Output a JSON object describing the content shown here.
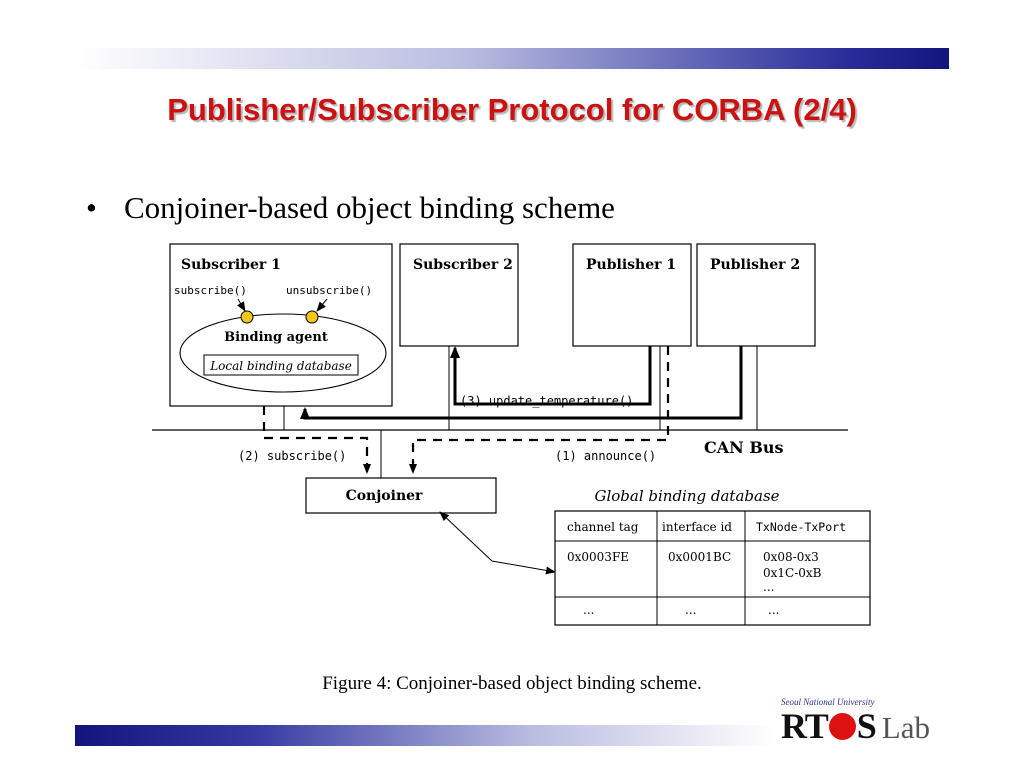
{
  "slide": {
    "title": "Publisher/Subscriber Protocol for CORBA (2/4)",
    "bullet": "Conjoiner-based object binding scheme",
    "caption": "Figure 4:  Conjoiner-based object binding scheme."
  },
  "diagram": {
    "subscriber1": {
      "title": "Subscriber 1",
      "subscribe_method": "subscribe()",
      "unsubscribe_method": "unsubscribe()",
      "binding_agent": "Binding agent",
      "local_db": "Local binding database"
    },
    "subscriber2": {
      "title": "Subscriber 2"
    },
    "publisher1": {
      "title": "Publisher 1"
    },
    "publisher2": {
      "title": "Publisher 2"
    },
    "bus_label": "CAN Bus",
    "conjoiner": "Conjoiner",
    "msg_update": "(3) update_temperature()",
    "msg_subscribe": "(2) subscribe()",
    "msg_announce": "(1) announce()",
    "global_db": {
      "title": "Global binding database",
      "headers": [
        "channel tag",
        "interface id",
        "TxNode-TxPort"
      ],
      "row1": {
        "channel_tag": "0x0003FE",
        "interface_id": "0x0001BC",
        "ports": [
          "0x08-0x3",
          "0x1C-0xB",
          "..."
        ]
      },
      "row2": [
        "...",
        "...",
        "..."
      ]
    }
  },
  "logo": {
    "university": "Seoul National University",
    "brand_left": "RT",
    "brand_right": "S",
    "lab": "Lab"
  },
  "colors": {
    "title_red": "#cc1111",
    "bar_dark": "#12157e",
    "agent_yellow": "#f5c518"
  }
}
